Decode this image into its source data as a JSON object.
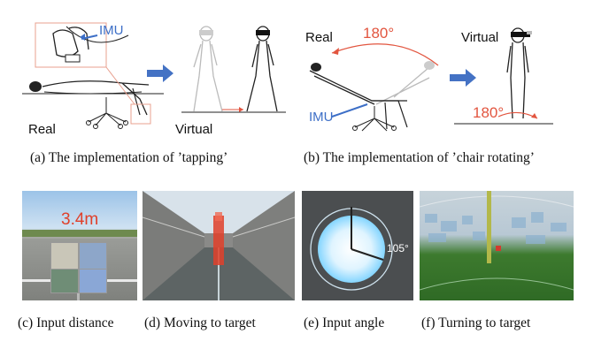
{
  "figure": {
    "subfigures": [
      {
        "id": "a",
        "caption": "(a)  The implementation of ’tapping’",
        "labels": {
          "real": "Real",
          "virtual": "Virtual",
          "imu": "IMU"
        }
      },
      {
        "id": "b",
        "caption": "(b)  The implementation of ’chair rotating’",
        "labels": {
          "real": "Real",
          "virtual": "Virtual",
          "imu": "IMU",
          "angle_top": "180°",
          "angle_bottom": "180°"
        }
      },
      {
        "id": "c",
        "caption": "(c)  Input distance",
        "readout": "3.4m"
      },
      {
        "id": "d",
        "caption": "(d)  Moving to target"
      },
      {
        "id": "e",
        "caption": "(e)  Input angle",
        "readout": "105°"
      },
      {
        "id": "f",
        "caption": "(f)  Turning to target"
      }
    ],
    "colors": {
      "accent_blue": "#4472c4",
      "accent_red": "#e2553f"
    }
  }
}
